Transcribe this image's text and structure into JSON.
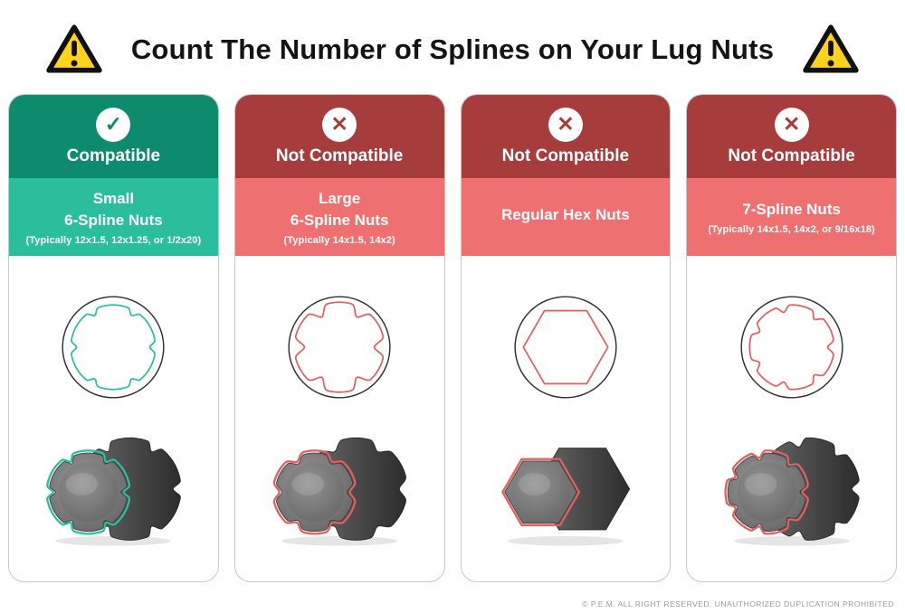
{
  "title": "Count The Number of Splines on Your Lug Nuts",
  "footer": "© P.E.M. ALL RIGHT RESERVED. UNAUTHORIZED DUPLICATION PROHIBITED",
  "icons": {
    "warning_left": "warning-triangle",
    "warning_right": "warning-triangle",
    "check_glyph": "✓",
    "cross_glyph": "✕"
  },
  "colors": {
    "compatible_header": "#0E8A6C",
    "compatible_sub": "#2BBE9D",
    "incompatible_header": "#A63C3C",
    "incompatible_sub": "#EF7070",
    "warning_yellow": "#FFD21C",
    "outline_dark": "#2e2e2e"
  },
  "cards": [
    {
      "status": "Compatible",
      "compatible": true,
      "icon_glyph": "✓",
      "name_line1": "Small",
      "name_line2": "6-Spline Nuts",
      "subtext": "(Typically 12x1.5, 12x1.25, or 1/2x20)",
      "header_color": "#0E8A6C",
      "sub_color": "#2BBE9D",
      "accent": "#2BBE9D",
      "diagram": {
        "type": "spline",
        "count": 6,
        "depth": 6,
        "width": 1.0
      }
    },
    {
      "status": "Not Compatible",
      "compatible": false,
      "icon_glyph": "✕",
      "name_line1": "Large",
      "name_line2": "6-Spline Nuts",
      "subtext": "(Typically 14x1.5, 14x2)",
      "header_color": "#A63C3C",
      "sub_color": "#EF7070",
      "accent": "#E25F5F",
      "diagram": {
        "type": "spline",
        "count": 6,
        "depth": 11,
        "width": 1.5
      }
    },
    {
      "status": "Not Compatible",
      "compatible": false,
      "icon_glyph": "✕",
      "name_line1": "Regular Hex Nuts",
      "name_line2": "",
      "subtext": "",
      "header_color": "#A63C3C",
      "sub_color": "#EF7070",
      "accent": "#E25F5F",
      "diagram": {
        "type": "hex"
      }
    },
    {
      "status": "Not Compatible",
      "compatible": false,
      "icon_glyph": "✕",
      "name_line1": "7-Spline Nuts",
      "name_line2": "",
      "subtext": "(Typically 14x1.5, 14x2, or 9/16x18)",
      "header_color": "#A63C3C",
      "sub_color": "#EF7070",
      "accent": "#E25F5F",
      "diagram": {
        "type": "spline",
        "count": 7,
        "depth": 7,
        "width": 1.3
      }
    }
  ]
}
